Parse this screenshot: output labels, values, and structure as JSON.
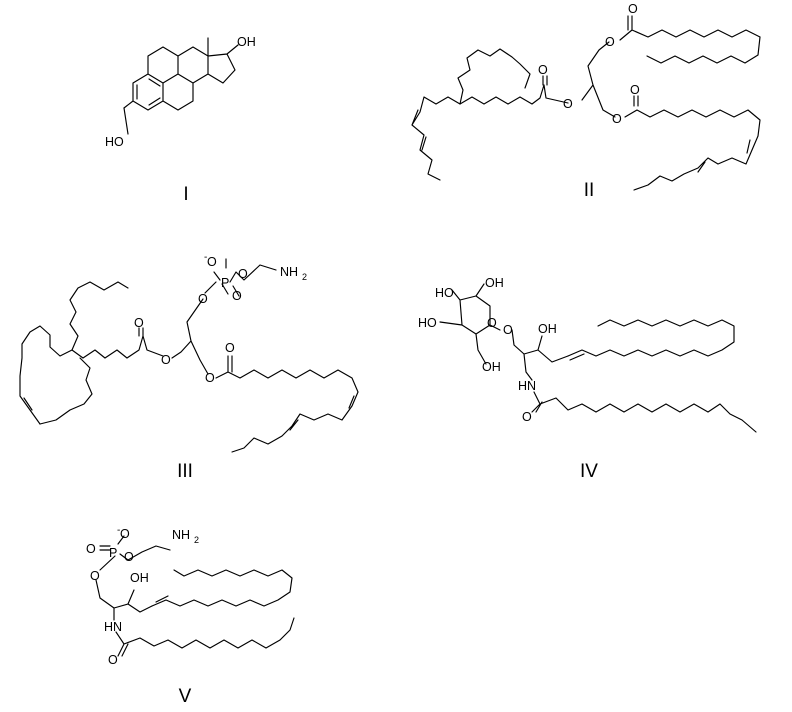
{
  "figure_labels": [
    "I",
    "II",
    "III",
    "IV",
    "V"
  ],
  "atoms": {
    "oh": "OH",
    "ho": "HO",
    "o": "O",
    "p": "P",
    "o_minus": "O",
    "minus": "-",
    "nh2_n": "NH",
    "nh2_sub": "2",
    "hn": "HN"
  }
}
